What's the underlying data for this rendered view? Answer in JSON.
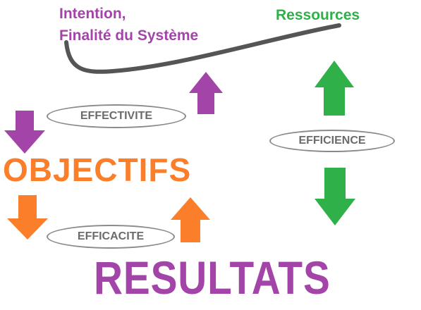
{
  "labels": {
    "intention_line1": "Intention,",
    "intention_line2": "Finalité du Système",
    "ressources": "Ressources",
    "objectifs": "OBJECTIFS",
    "resultats": "RESULTATS",
    "effectivite": "EFFECTIVITE",
    "efficience": "EFFICIENCE",
    "efficacite": "EFFICACITE"
  },
  "colors": {
    "purple": "#a244a8",
    "green": "#2fb048",
    "orange": "#fb7f2a",
    "gray": "#6b6b6b"
  }
}
